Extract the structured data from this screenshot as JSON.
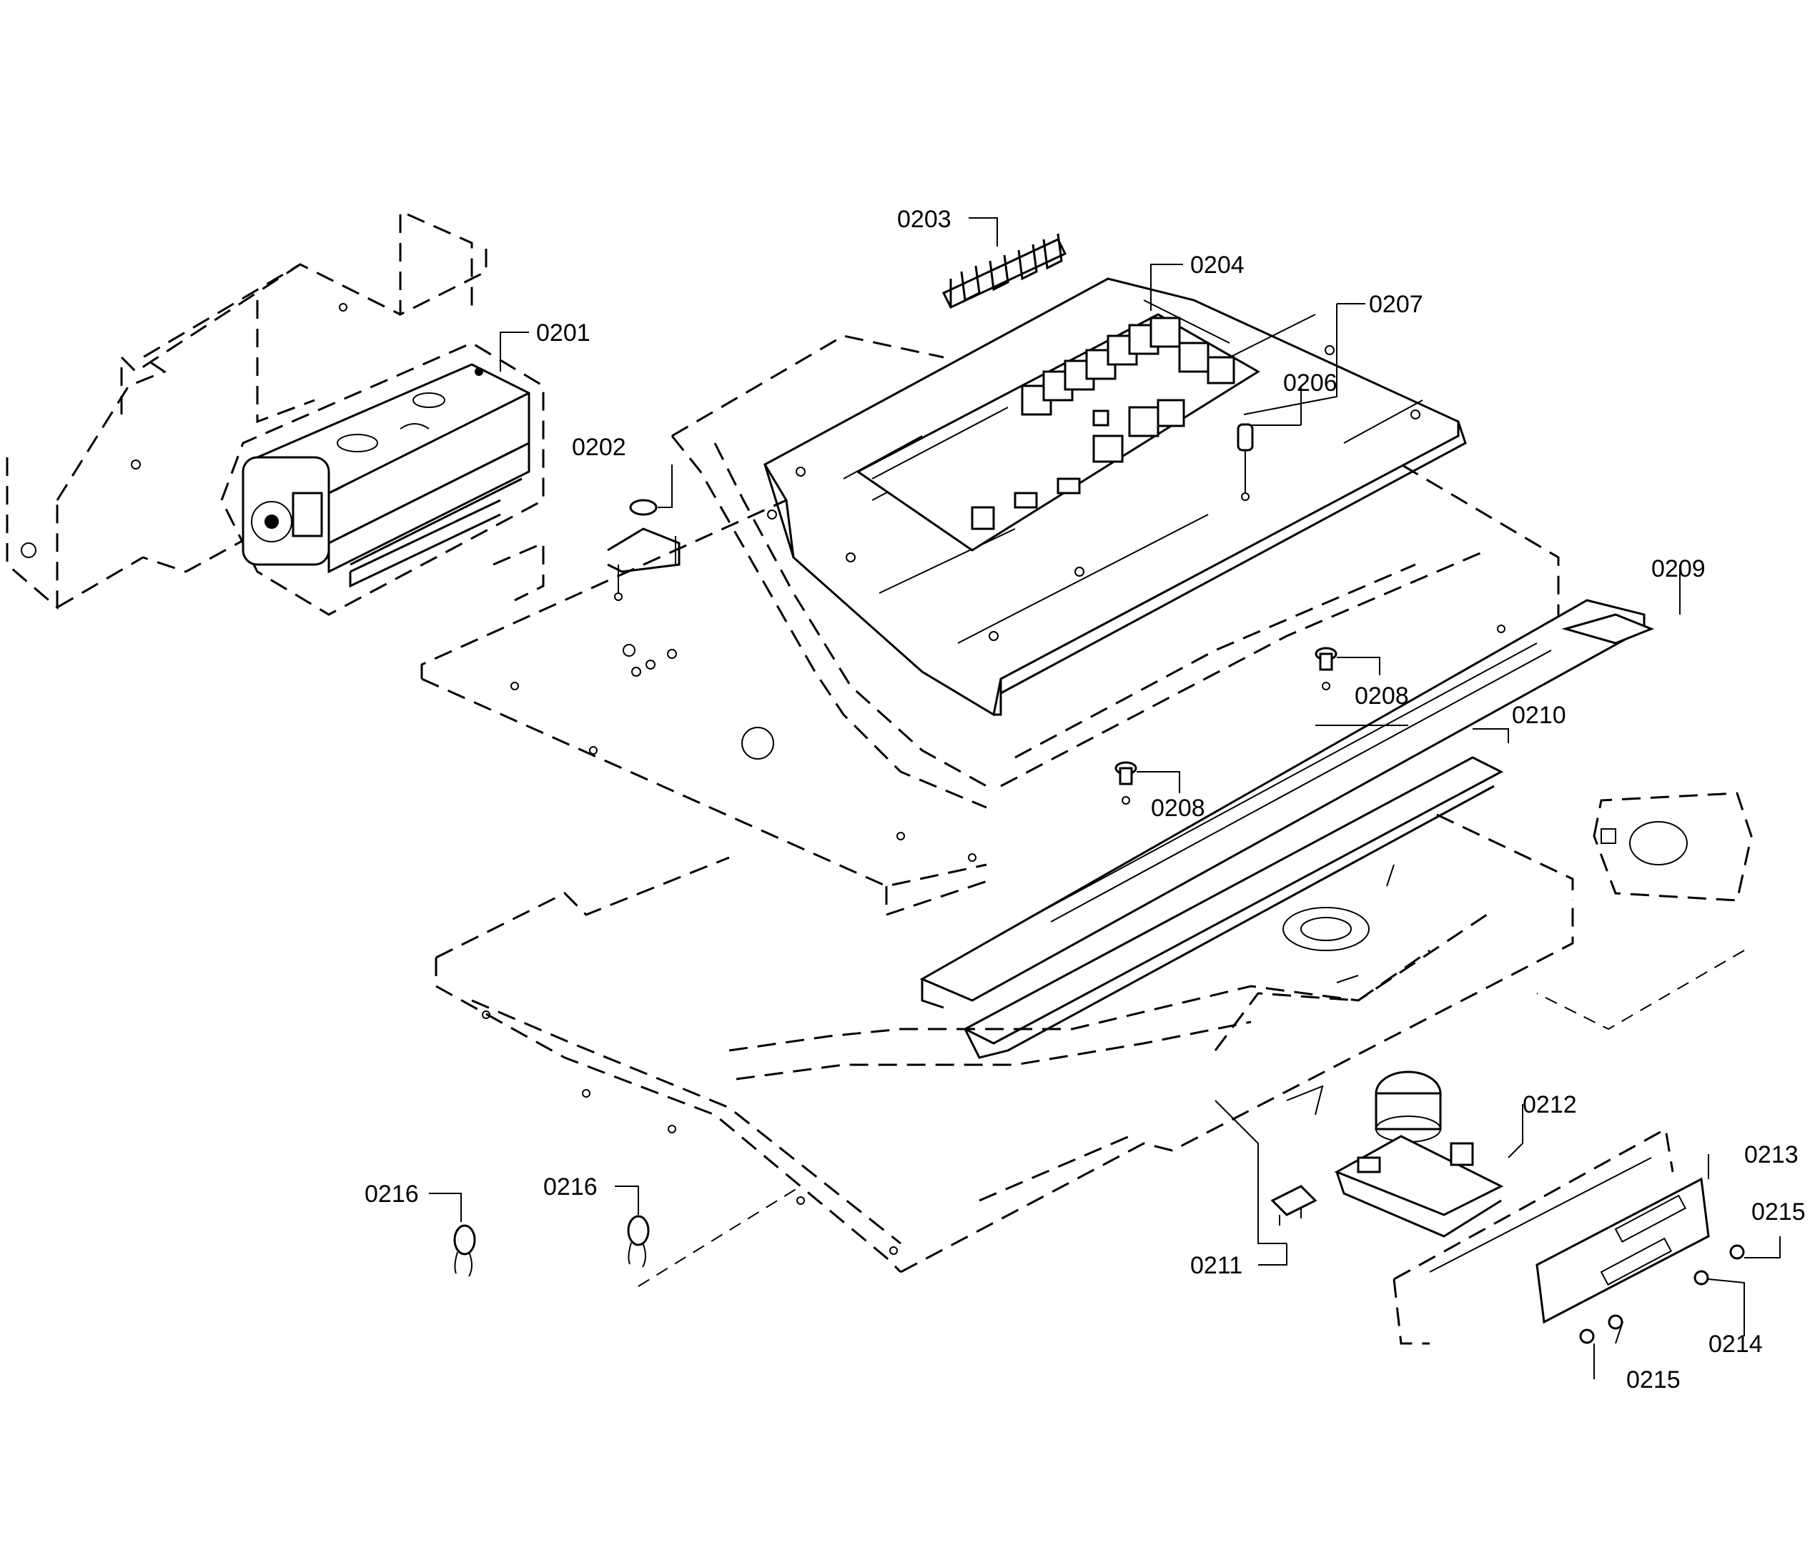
{
  "callouts": [
    {
      "id": "0201",
      "text": "0201"
    },
    {
      "id": "0202",
      "text": "0202"
    },
    {
      "id": "0203",
      "text": "0203"
    },
    {
      "id": "0204",
      "text": "0204"
    },
    {
      "id": "0206",
      "text": "0206"
    },
    {
      "id": "0207",
      "text": "0207"
    },
    {
      "id": "0208a",
      "text": "0208"
    },
    {
      "id": "0208b",
      "text": "0208"
    },
    {
      "id": "0209",
      "text": "0209"
    },
    {
      "id": "0210",
      "text": "0210"
    },
    {
      "id": "0211",
      "text": "0211"
    },
    {
      "id": "0212",
      "text": "0212"
    },
    {
      "id": "0213",
      "text": "0213"
    },
    {
      "id": "0214",
      "text": "0214"
    },
    {
      "id": "0215a",
      "text": "0215"
    },
    {
      "id": "0215b",
      "text": "0215"
    },
    {
      "id": "0216a",
      "text": "0216"
    },
    {
      "id": "0216b",
      "text": "0216"
    }
  ]
}
